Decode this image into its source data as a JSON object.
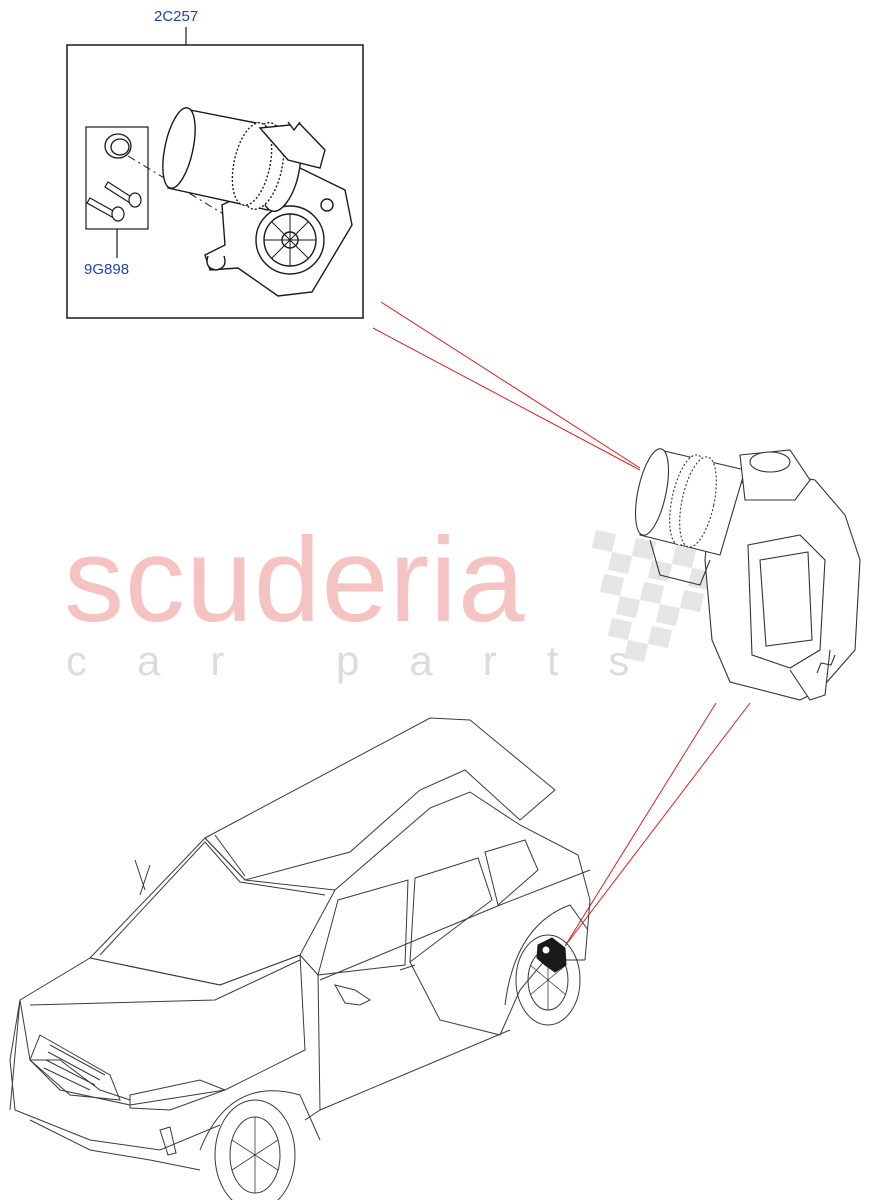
{
  "callouts": {
    "assembly_part_number": "2C257",
    "screw_kit_part_number": "9G898"
  },
  "watermark": {
    "brand": "scuderia",
    "tagline": "car parts"
  },
  "colors": {
    "part_label": "#1f3fbf",
    "leader_lines": "#e0201f",
    "watermark_brand": "#f6c3c3",
    "watermark_tagline": "#dcdcdc",
    "linework": "#1a1a1a"
  },
  "icons": [
    "brake-motor",
    "o-ring",
    "bolt",
    "brake-caliper",
    "suv-vehicle",
    "checkered-flag"
  ]
}
